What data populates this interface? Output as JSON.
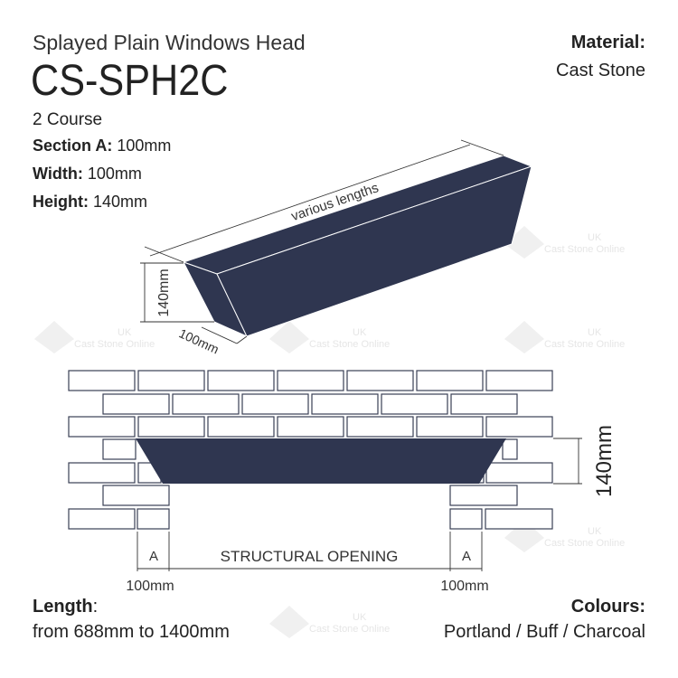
{
  "header": {
    "subtitle": "Splayed Plain Windows Head",
    "product_code": "CS-SPH2C",
    "course": "2 Course"
  },
  "specs": [
    {
      "label": "Section A:",
      "value": " 100mm"
    },
    {
      "label": "Width:",
      "value": " 100mm"
    },
    {
      "label": "Height:",
      "value": " 140mm"
    }
  ],
  "material": {
    "label": "Material:",
    "value": "Cast Stone"
  },
  "length": {
    "label": "Length",
    "suffix": ":",
    "value": "from 688mm to 1400mm"
  },
  "colours": {
    "label": "Colours:",
    "value": "Portland / Buff / Charcoal"
  },
  "diagram_3d": {
    "length_label": "various lengths",
    "height_label": "140mm",
    "width_label": "100mm"
  },
  "elevation": {
    "section_left": "A",
    "section_right": "A",
    "opening_label": "STRUCTURAL OPENING",
    "left_dim": "100mm",
    "right_dim": "100mm",
    "height_dim": "140mm"
  },
  "watermark": {
    "line1": "UK",
    "line2": "Cast Stone Online"
  },
  "colors": {
    "stone": "#2f3650",
    "brick_outline": "#3a3f55"
  }
}
